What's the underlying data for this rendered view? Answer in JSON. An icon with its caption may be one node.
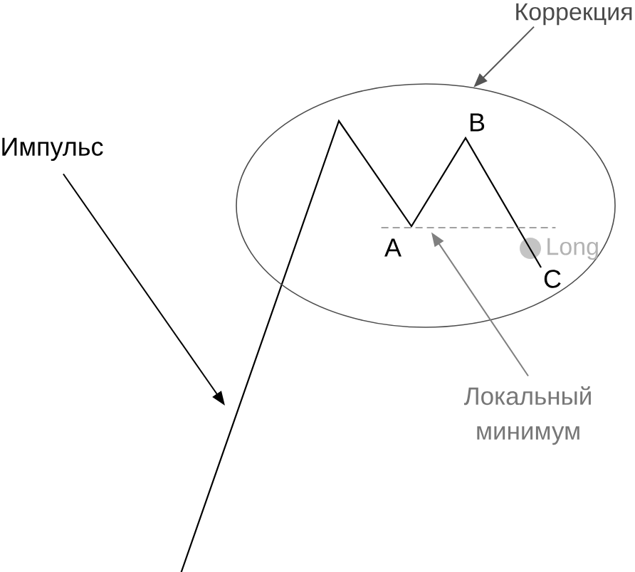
{
  "diagram": {
    "nodes": [
      {
        "text": [
          "Коррекция"
        ]
      },
      {
        "text": [],
        "shape": "ellipse"
      },
      {
        "text": [
          "Импульс"
        ]
      },
      {
        "text": [],
        "shape": "line",
        "in": 1
      },
      {
        "text": [
          "Локальный минимум"
        ]
      }
    ],
    "edges": [
      {
        "from": 0,
        "to": 1,
        "arrow": "to",
        "color": "#555555"
      },
      {
        "from": 2,
        "to": null,
        "arrow": "to"
      },
      {
        "from": 4,
        "to": 3,
        "arrow": "to",
        "color": "#808080"
      }
    ],
    "labels": [
      "B",
      "A",
      "Long",
      "C"
    ]
  }
}
